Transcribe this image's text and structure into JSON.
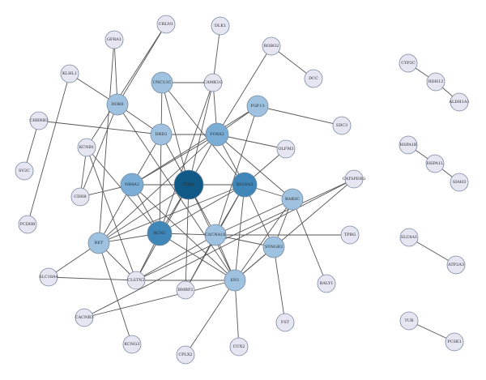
{
  "nodes": [
    {
      "id": "CRLN1",
      "label": "CRLN1",
      "level": 0
    },
    {
      "id": "GFRA1",
      "label": "GFRA1",
      "level": 0
    },
    {
      "id": "DLK1",
      "label": "DLK1",
      "level": 0
    },
    {
      "id": "ROBO2",
      "label": "ROBO2",
      "level": 0
    },
    {
      "id": "DCC",
      "label": "DCC",
      "level": 0
    },
    {
      "id": "KLHL1",
      "label": "KLHL1",
      "level": 0
    },
    {
      "id": "DOK6",
      "label": "DOK6",
      "level": 1
    },
    {
      "id": "UNC13C",
      "label": "UNC13C",
      "level": 1
    },
    {
      "id": "CAMK1G",
      "label": "CAMK1G",
      "level": 0
    },
    {
      "id": "FGF13",
      "label": "FGF13",
      "level": 1
    },
    {
      "id": "SDC3",
      "label": "SDC3",
      "level": 0
    },
    {
      "id": "CHRNB3",
      "label": "CHRNB3",
      "level": 0
    },
    {
      "id": "DRD2",
      "label": "DRD2",
      "level": 1
    },
    {
      "id": "FOXA2",
      "label": "FOXA2",
      "level": 2
    },
    {
      "id": "OLFM3",
      "label": "OLFM3",
      "level": 0
    },
    {
      "id": "KCNB1",
      "label": "KCNB1",
      "level": 0
    },
    {
      "id": "SV2C",
      "label": "SV2C",
      "level": 0
    },
    {
      "id": "NR4A2",
      "label": "NR4A2",
      "level": 2
    },
    {
      "id": "CHAT",
      "label": "CHAT",
      "level": 4
    },
    {
      "id": "SLC6A3",
      "label": "SLC6A3",
      "level": 3
    },
    {
      "id": "CATSPERG",
      "label": "CATSPERG",
      "level": 0
    },
    {
      "id": "CDH8",
      "label": "CDH8",
      "level": 0
    },
    {
      "id": "RAB3C",
      "label": "RAB3C",
      "level": 1
    },
    {
      "id": "PCDH8",
      "label": "PCDH8",
      "level": 0
    },
    {
      "id": "RCN1",
      "label": "RCN1",
      "level": 3
    },
    {
      "id": "CACNA1E",
      "label": "CACNA1E",
      "level": 1
    },
    {
      "id": "TPBG",
      "label": "TPBG",
      "level": 0
    },
    {
      "id": "RET",
      "label": "RET",
      "level": 1
    },
    {
      "id": "SYNGR3",
      "label": "SYNGR3",
      "level": 1
    },
    {
      "id": "SLC18A4",
      "label": "SLC18A4",
      "level": 0
    },
    {
      "id": "CLSTN2",
      "label": "CLSTN2",
      "level": 0
    },
    {
      "id": "EN1",
      "label": "EN1",
      "level": 1
    },
    {
      "id": "BALY1",
      "label": "BALY1",
      "level": 0
    },
    {
      "id": "BMBP2",
      "label": "BMBP2",
      "level": 0
    },
    {
      "id": "CACNB3",
      "label": "CACNB3",
      "level": 0
    },
    {
      "id": "FST",
      "label": "FST",
      "level": 0
    },
    {
      "id": "KCNG3",
      "label": "KCNG3",
      "level": 0
    },
    {
      "id": "CPLX2",
      "label": "CPLX2",
      "level": 0
    },
    {
      "id": "CUX2",
      "label": "CUX2",
      "level": 0
    },
    {
      "id": "CYP2C",
      "label": "CYP2C",
      "level": 0
    },
    {
      "id": "RDH12",
      "label": "RDH12",
      "level": 0
    },
    {
      "id": "ALDH1A1",
      "label": "ALDH1A1",
      "level": 0
    },
    {
      "id": "HSPA1B",
      "label": "HSPA1B",
      "level": 0
    },
    {
      "id": "HSPA1L",
      "label": "HSPA1L",
      "level": 0
    },
    {
      "id": "SIAH3",
      "label": "SIAH3",
      "level": 0
    },
    {
      "id": "SLC8A1",
      "label": "SLC8A1",
      "level": 0
    },
    {
      "id": "ATP2A3",
      "label": "ATP2A3",
      "level": 0
    },
    {
      "id": "TUB",
      "label": "TUB",
      "level": 0
    },
    {
      "id": "PCSK1",
      "label": "PCSK1",
      "level": 0
    }
  ],
  "edges": [
    [
      "CRLN1",
      "DOK6"
    ],
    [
      "CRLN1",
      "KCNB1"
    ],
    [
      "GFRA1",
      "DOK6"
    ],
    [
      "GFRA1",
      "RET"
    ],
    [
      "KLHL1",
      "DOK6"
    ],
    [
      "KLHL1",
      "PCDH8"
    ],
    [
      "DOK6",
      "DRD2"
    ],
    [
      "DOK6",
      "EN1"
    ],
    [
      "DOK6",
      "CDH8"
    ],
    [
      "DLK1",
      "CAMK1G"
    ],
    [
      "ROBO2",
      "DCC"
    ],
    [
      "ROBO2",
      "FOXA2"
    ],
    [
      "UNC13C",
      "CAMK1G"
    ],
    [
      "UNC13C",
      "DRD2"
    ],
    [
      "UNC13C",
      "CHAT"
    ],
    [
      "UNC13C",
      "SLC6A3"
    ],
    [
      "CAMK1G",
      "FOXA2"
    ],
    [
      "CAMK1G",
      "RCN1"
    ],
    [
      "CAMK1G",
      "CHAT"
    ],
    [
      "FGF13",
      "SDC3"
    ],
    [
      "FGF13",
      "NR4A2"
    ],
    [
      "FGF13",
      "FOXA2"
    ],
    [
      "FGF13",
      "CACNA1E"
    ],
    [
      "CHRNB3",
      "SV2C"
    ],
    [
      "CHRNB3",
      "DRD2"
    ],
    [
      "DRD2",
      "CHAT"
    ],
    [
      "DRD2",
      "NR4A2"
    ],
    [
      "DRD2",
      "RCN1"
    ],
    [
      "DRD2",
      "FOXA2"
    ],
    [
      "FOXA2",
      "CHAT"
    ],
    [
      "FOXA2",
      "SLC6A3"
    ],
    [
      "FOXA2",
      "NR4A2"
    ],
    [
      "FOXA2",
      "OLFM3"
    ],
    [
      "FOXA2",
      "RAB3C"
    ],
    [
      "FOXA2",
      "RET"
    ],
    [
      "KCNB1",
      "RCN1"
    ],
    [
      "KCNB1",
      "CLSTN2"
    ],
    [
      "KCNB1",
      "CDH8"
    ],
    [
      "NR4A2",
      "CHAT"
    ],
    [
      "NR4A2",
      "SLC6A3"
    ],
    [
      "NR4A2",
      "RET"
    ],
    [
      "NR4A2",
      "CDH8"
    ],
    [
      "NR4A2",
      "EN1"
    ],
    [
      "NR4A2",
      "RCN1"
    ],
    [
      "CHAT",
      "SLC6A3"
    ],
    [
      "CHAT",
      "RCN1"
    ],
    [
      "CHAT",
      "CACNA1E"
    ],
    [
      "CHAT",
      "RET"
    ],
    [
      "CHAT",
      "EN1"
    ],
    [
      "CHAT",
      "BMBP2"
    ],
    [
      "CHAT",
      "CLSTN2"
    ],
    [
      "SLC6A3",
      "RCN1"
    ],
    [
      "SLC6A3",
      "CACNA1E"
    ],
    [
      "SLC6A3",
      "RAB3C"
    ],
    [
      "SLC6A3",
      "EN1"
    ],
    [
      "SLC6A3",
      "SYNGR3"
    ],
    [
      "SLC6A3",
      "BMBP2"
    ],
    [
      "SLC6A3",
      "RET"
    ],
    [
      "SLC6A3",
      "OLFM3"
    ],
    [
      "CATSPERG",
      "CLSTN2"
    ],
    [
      "CATSPERG",
      "EN1"
    ],
    [
      "CATSPERG",
      "CACNB3"
    ],
    [
      "RAB3C",
      "SYNGR3"
    ],
    [
      "RAB3C",
      "EN1"
    ],
    [
      "RAB3C",
      "CACNA1E"
    ],
    [
      "RAB3C",
      "BALY1"
    ],
    [
      "RCN1",
      "CACNA1E"
    ],
    [
      "RCN1",
      "EN1"
    ],
    [
      "RCN1",
      "CLSTN2"
    ],
    [
      "RCN1",
      "RET"
    ],
    [
      "CACNA1E",
      "TPBG"
    ],
    [
      "CACNA1E",
      "SYNGR3"
    ],
    [
      "CACNA1E",
      "EN1"
    ],
    [
      "CACNA1E",
      "CLSTN2"
    ],
    [
      "CACNA1E",
      "BMBP2"
    ],
    [
      "RET",
      "CLSTN2"
    ],
    [
      "RET",
      "SLC18A4"
    ],
    [
      "RET",
      "KCNG3"
    ],
    [
      "SYNGR3",
      "FST"
    ],
    [
      "SYNGR3",
      "EN1"
    ],
    [
      "SLC18A4",
      "CLSTN2"
    ],
    [
      "CLSTN2",
      "EN1"
    ],
    [
      "EN1",
      "CUX2"
    ],
    [
      "EN1",
      "CPLX2"
    ],
    [
      "EN1",
      "CACNB3"
    ],
    [
      "CYP2C",
      "RDH12"
    ],
    [
      "RDH12",
      "ALDH1A1"
    ],
    [
      "HSPA1B",
      "HSPA1L"
    ],
    [
      "HSPA1L",
      "SIAH3"
    ],
    [
      "SLC8A1",
      "ATP2A3"
    ],
    [
      "TUB",
      "PCSK1"
    ]
  ],
  "colors": {
    "level0": "#e6e5f2",
    "level1": "#9ec2df",
    "level2": "#7aaed6",
    "level3": "#3f86b9",
    "level4": "#115a87",
    "edge": "#555555"
  }
}
